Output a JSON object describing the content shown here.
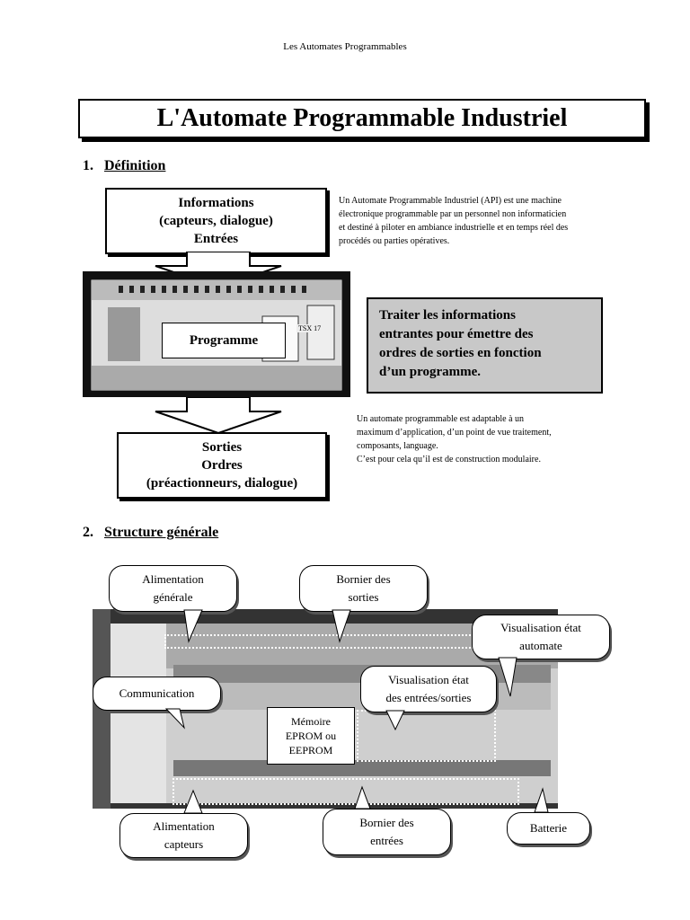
{
  "header": "Les Automates Programmables",
  "title": "L'Automate Programmable Industriel",
  "section1": {
    "number": "1.",
    "label": "Définition"
  },
  "inputs_box": [
    "Informations",
    "(capteurs, dialogue)",
    "Entrées"
  ],
  "definition_text": [
    "Un Automate Programmable Industriel (API) est une machine",
    "électronique programmable par un personnel non informaticien",
    "et destiné à piloter en ambiance industrielle et en temps réel des",
    "procédés ou parties opératives."
  ],
  "programme_label": "Programme",
  "plc_badge": "TSX 17",
  "process_box": [
    "Traiter les informations",
    "entrantes pour émettre des",
    "ordres de sorties en fonction",
    "d’un programme."
  ],
  "adaptable_text": [
    "Un automate programmable est adaptable à un",
    "maximum d’application, d’un point de vue traitement,",
    "composants, language.",
    "C’est pour cela qu’il est de construction modulaire."
  ],
  "outputs_box": [
    "Sorties",
    "Ordres",
    "(préactionneurs, dialogue)"
  ],
  "section2": {
    "number": "2.",
    "label": "Structure générale"
  },
  "callouts": {
    "alimentation_generale": [
      "Alimentation",
      "générale"
    ],
    "bornier_sorties": [
      "Bornier des",
      "sorties"
    ],
    "visualisation_automate": [
      "Visualisation état",
      "automate"
    ],
    "communication": "Communication",
    "visualisation_es": [
      "Visualisation état",
      "des entrées/sorties"
    ],
    "memoire": [
      "Mémoire",
      "EPROM ou",
      "EEPROM"
    ],
    "alimentation_capteurs": [
      "Alimentation",
      "capteurs"
    ],
    "bornier_entrees": [
      "Bornier des",
      "entrées"
    ],
    "batterie": "Batterie"
  },
  "colors": {
    "gray_box": "#c8c8c8",
    "photo_bg": "#111111"
  }
}
